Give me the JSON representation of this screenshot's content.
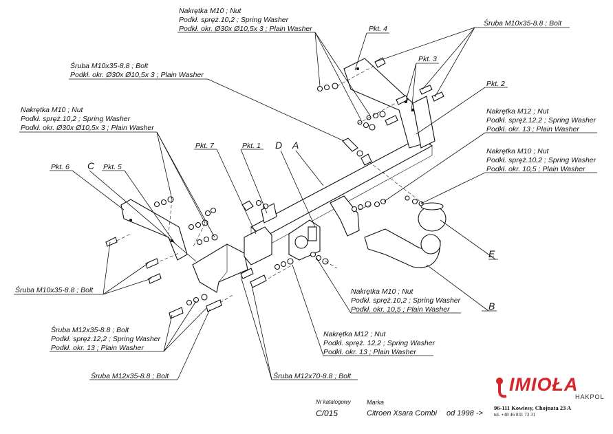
{
  "labels": {
    "top_nut": [
      "Nakrętka  M10 ; Nut",
      "Podkł. spręż.10,2 ; Spring Washer",
      "Podkł. okr.  Ø30x Ø10,5x 3 ; Plain Washer"
    ],
    "top_right_bolt": "Śruba M10x35-8.8  ; Bolt",
    "pkt4": "Pkt. 4",
    "pkt3": "Pkt. 3",
    "pkt2": "Pkt. 2",
    "upper_left_bolt": [
      "Śruba M10x35-8.8 ;  Bolt",
      "Podkł. okr.  Ø30x Ø10,5x 3 ; Plain Washer"
    ],
    "left_nut": [
      "Nakrętka  M10 ; Nut",
      "Podkł. spręż.10,2 ; Spring Washer",
      "Podkł. okr.  Ø30x Ø10,5x 3 ; Plain Washer"
    ],
    "right_nut_m12": [
      "Nakrętka  M12 ; Nut",
      "Podkł. spręż.12,2 ; Spring Washer",
      "Podkł. okr. 13 ; Plain Washer"
    ],
    "right_nut_m10": [
      "Nakrętka  M10 ; Nut",
      "Podkł. spręż.10,2 ; Spring Washer",
      "Podkł. okr. 10,5 ; Plain Washer"
    ],
    "pkt7": "Pkt. 7",
    "pkt1": "Pkt. 1",
    "letter_D": "D",
    "letter_A": "A",
    "pkt6": "Pkt. 6",
    "letter_C": "C",
    "pkt5": "Pkt. 5",
    "letter_E": "E",
    "letter_B": "B",
    "bottom_left_bolt": "Śruba M10x35-8.8   ;  Bolt",
    "center_nut_m10": [
      "Nakrętka  M10 ; Nut",
      "Podkł. spręż.10,2 ; Spring Washer",
      "Podkł. okr. 10,5 ; Plain Washer"
    ],
    "bottom_left_m12": [
      "Śruba M12x35-8.8 ;  Bolt",
      "Podkł. spręż.12,2 ; Spring Washer",
      "Podkł. okr. 13 ; Plain Washer"
    ],
    "center_nut_m12": [
      "Nakrętka  M12 ; Nut",
      "Podkł. spręż. 12,2 ; Spring Washer",
      "Podkł. okr. 13 ; Plain Washer"
    ],
    "bolt_m12x35": "Śruba M12x35-8.8   ;  Bolt",
    "bolt_m12x70": "Śruba M12x70-8.8   ;  Bolt"
  },
  "footer": {
    "catalog_label": "Nr katalogowy",
    "catalog_value": "C/015",
    "brand_label": "Marka",
    "brand_value": "Citroen Xsara Combi",
    "year_value": "od 1998 ->"
  },
  "company": {
    "logo_text": "IMIOŁA",
    "logo_sub": "HAKPOL",
    "address": "96-111 Kowiesy, Chojnata 23 A",
    "phone": "tel. +48 46 831 73 31"
  },
  "colors": {
    "logo_red": "#d8232a",
    "line": "#111111"
  }
}
